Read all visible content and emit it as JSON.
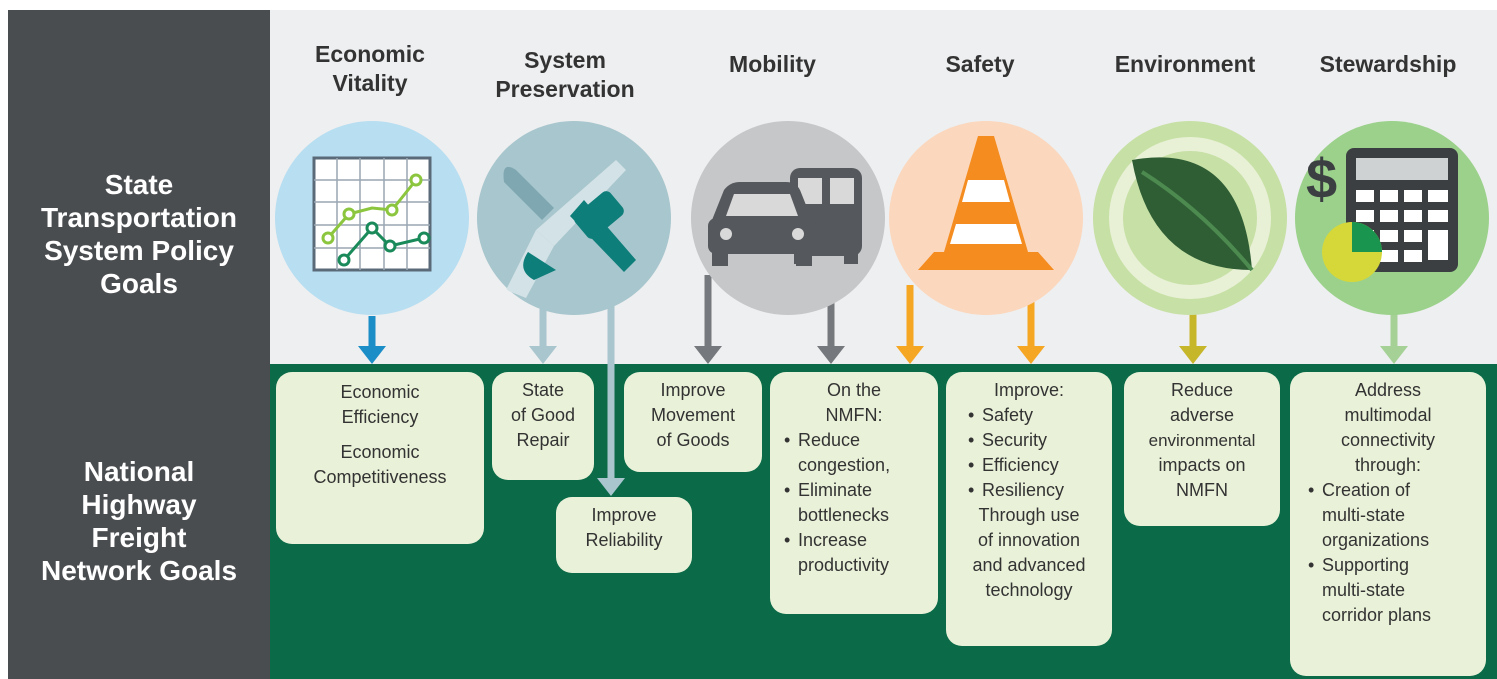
{
  "row_labels": {
    "state": "State\nTransportation\nSystem Policy\nGoals",
    "national": "National\nHighway\nFreight\nNetwork Goals"
  },
  "goals": [
    {
      "title": "Economic\nVitality",
      "icon": "line-chart-icon",
      "color": "#1c8ec7"
    },
    {
      "title": "System\nPreservation",
      "icon": "wrench-icon",
      "color": "#8fb9c6"
    },
    {
      "title": "Mobility",
      "icon": "car-bus-icon",
      "color": "#6d7075"
    },
    {
      "title": "Safety",
      "icon": "traffic-cone-icon",
      "color": "#f5a623"
    },
    {
      "title": "Environment",
      "icon": "leaf-icon",
      "color": "#c6b62a"
    },
    {
      "title": "Stewardship",
      "icon": "calculator-icon",
      "color": "#9ccc8c"
    }
  ],
  "freight_goals": {
    "economic": [
      "Economic",
      "Efficiency",
      "",
      "Economic",
      "Competitiveness"
    ],
    "repair": [
      "State",
      "of Good",
      "Repair"
    ],
    "reliability": [
      "Improve",
      "Reliability"
    ],
    "movement": [
      "Improve",
      "Movement",
      "of Goods"
    ],
    "nmfn": {
      "intro": [
        "On the",
        "NMFN:"
      ],
      "bullets": [
        [
          "Reduce",
          "congestion,"
        ],
        [
          "Eliminate",
          "bottlenecks"
        ],
        [
          "Increase",
          "productivity"
        ]
      ]
    },
    "safety": {
      "intro": [
        "Improve:"
      ],
      "bullets": [
        "Safety",
        "Security",
        "Efficiency",
        "Resiliency"
      ],
      "outro": [
        "Through use",
        "of innovation",
        "and advanced",
        "technology"
      ]
    },
    "environment": [
      "Reduce",
      "adverse",
      "environmental",
      "impacts on",
      "NMFN"
    ],
    "stewardship": {
      "intro": [
        "Address",
        "multimodal",
        "connectivity",
        "through:"
      ],
      "bullets": [
        [
          "Creation of",
          "multi-state",
          "organizations"
        ],
        [
          "Supporting",
          "multi-state",
          "corridor plans"
        ]
      ]
    }
  },
  "colors": {
    "left_panel": "#4a4d50",
    "top_band": "#eeeff0",
    "bottom_band": "#0b6b48",
    "box_fill": "#e9f1d8"
  }
}
